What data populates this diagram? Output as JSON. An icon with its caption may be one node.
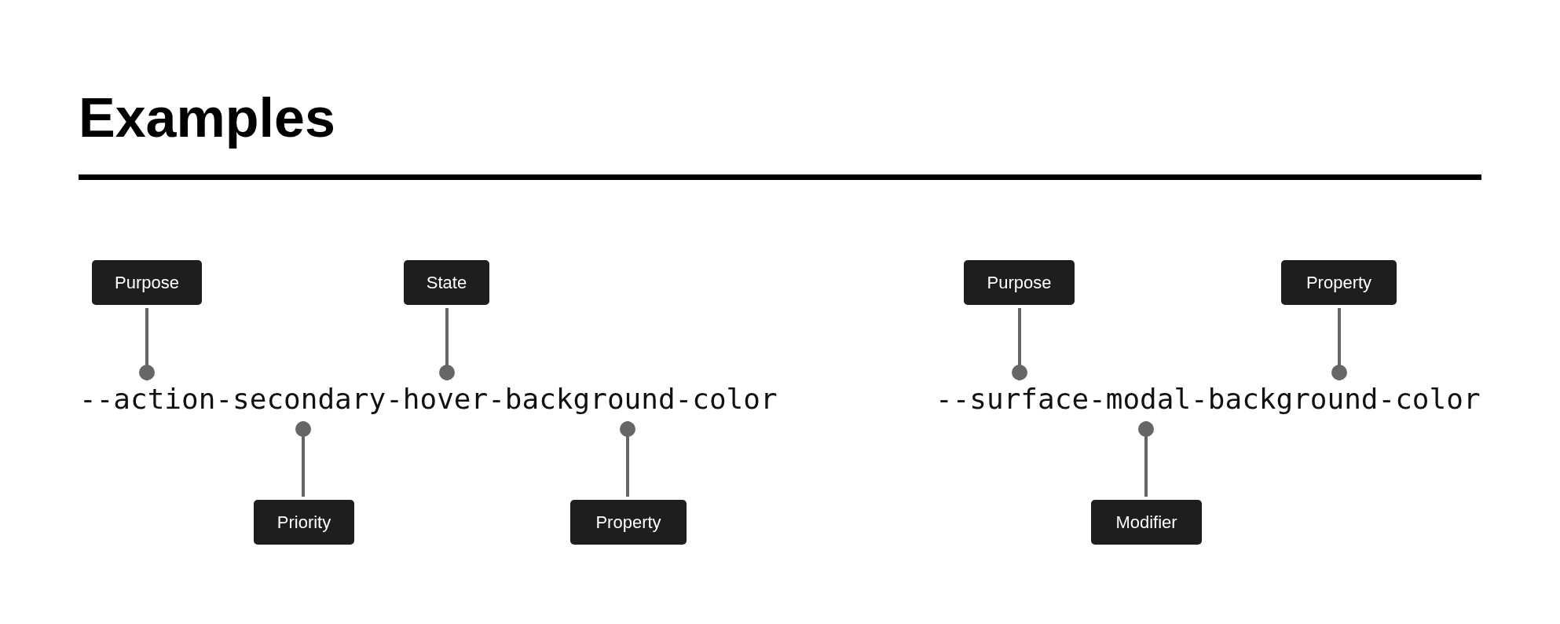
{
  "diagram": {
    "title": "Examples",
    "nodes": [
      {
        "text": [
          "Purpose"
        ]
      },
      {
        "text": [
          "State"
        ]
      },
      {
        "text": [
          "Purpose"
        ]
      },
      {
        "text": [
          "Property"
        ]
      },
      {
        "text": [
          "--action-secondary-hover-background-color"
        ]
      },
      {
        "text": [
          "--surface-modal-background-color"
        ]
      },
      {
        "text": [
          "Priority"
        ]
      },
      {
        "text": [
          "Property"
        ]
      },
      {
        "text": [
          "Modifier"
        ]
      }
    ],
    "edges": [
      {
        "from": 0,
        "to": 4,
        "arrow": "other"
      },
      {
        "from": 1,
        "to": 4,
        "arrow": "other"
      },
      {
        "from": 6,
        "to": 4,
        "arrow": "other"
      },
      {
        "from": 7,
        "to": 4,
        "arrow": "other"
      },
      {
        "from": 2,
        "to": 5,
        "arrow": "other"
      },
      {
        "from": 3,
        "to": 5,
        "arrow": "other"
      },
      {
        "from": 8,
        "to": 5,
        "arrow": "other"
      }
    ]
  }
}
